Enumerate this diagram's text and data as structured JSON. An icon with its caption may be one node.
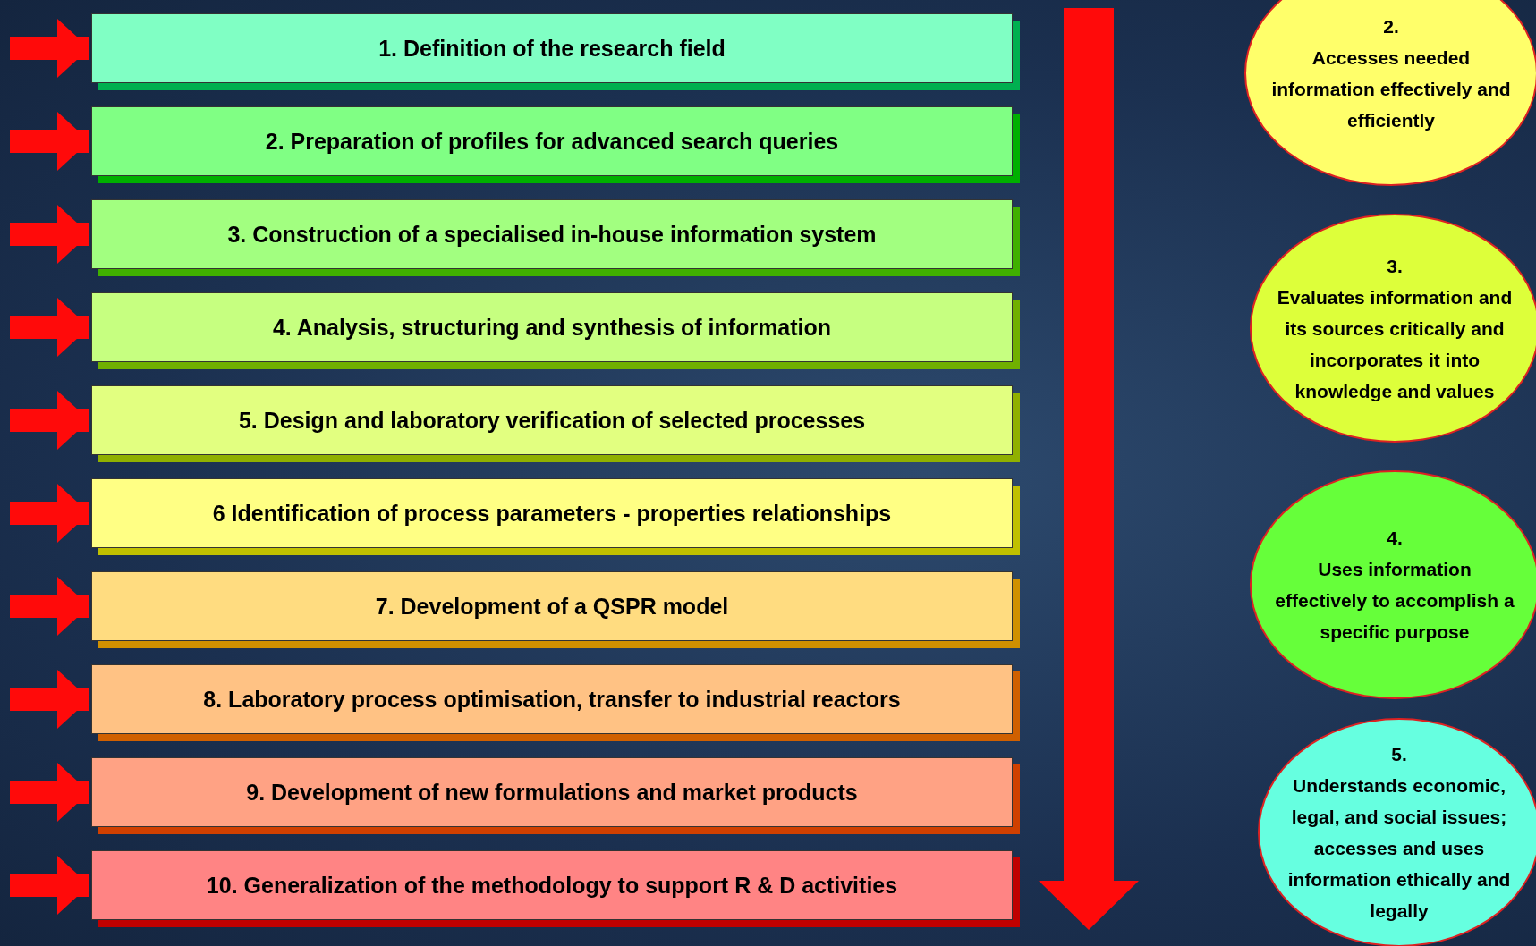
{
  "diagram": {
    "nodes": [
      {
        "text": [
          "1. Definition of the research field"
        ]
      },
      {
        "text": [
          "2. Preparation of profiles for advanced search queries"
        ]
      },
      {
        "text": [
          "3.  Construction of a specialised  in-house information system"
        ]
      },
      {
        "text": [
          "4. Analysis, structuring and synthesis of information"
        ]
      },
      {
        "text": [
          "5. Design and laboratory verification of selected processes"
        ]
      },
      {
        "text": [
          "6 Identification of process parameters - properties relationships"
        ]
      },
      {
        "text": [
          "7. Development of a QSPR model"
        ]
      },
      {
        "text": [
          "8. Laboratory process optimisation, transfer to industrial reactors"
        ]
      },
      {
        "text": [
          "9. Development of new formulations and market products"
        ]
      },
      {
        "text": [
          "10. Generalization of the methodology to support R & D activities"
        ]
      },
      {
        "text": [
          "2.",
          "Accesses needed information effectively and efficiently"
        ]
      },
      {
        "text": [
          "3.",
          "Evaluates information and its sources critically and incorporates it into knowledge and values"
        ]
      },
      {
        "text": [
          "4.",
          "Uses information effectively to accomplish a specific purpose"
        ]
      },
      {
        "text": [
          "5.",
          "Understands economic, legal, and social issues; accesses and uses information ethically  and legally"
        ]
      }
    ],
    "edges": [
      {
        "from": null,
        "to": 0,
        "arrow": "to"
      },
      {
        "from": null,
        "to": 1,
        "arrow": "to"
      },
      {
        "from": null,
        "to": 2,
        "arrow": "to"
      },
      {
        "from": null,
        "to": 3,
        "arrow": "to"
      },
      {
        "from": null,
        "to": 4,
        "arrow": "to"
      },
      {
        "from": null,
        "to": 5,
        "arrow": "to"
      },
      {
        "from": null,
        "to": 6,
        "arrow": "to"
      },
      {
        "from": null,
        "to": 7,
        "arrow": "to"
      },
      {
        "from": null,
        "to": 8,
        "arrow": "to"
      },
      {
        "from": null,
        "to": 9,
        "arrow": "to"
      }
    ]
  }
}
